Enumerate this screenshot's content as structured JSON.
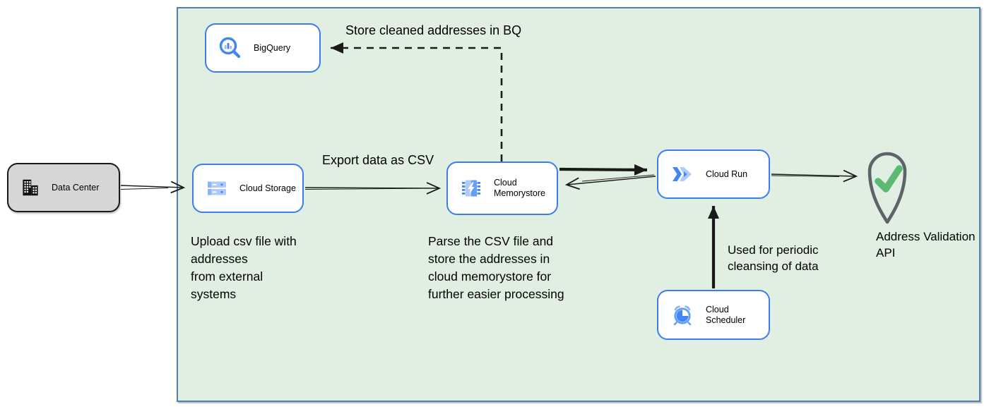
{
  "colors": {
    "boundary_fill": "#e1efe3",
    "boundary_border": "#4f81ac",
    "node_border": "#3b7df0",
    "datacenter_fill": "#d6d6d6",
    "accent_blue": "#4285f4",
    "mid_blue": "#669df6",
    "light_blue": "#aecbfa",
    "check_green": "#5bb974",
    "pin_gray": "#5f6368",
    "arrow_black": "#1a1a1a"
  },
  "nodes": [
    {
      "id": "data-center",
      "label": "Data Center",
      "icon": "building-icon"
    },
    {
      "id": "bigquery",
      "label": "BigQuery",
      "icon": "bigquery-icon"
    },
    {
      "id": "cloud-storage",
      "label": "Cloud Storage",
      "icon": "cloud-storage-icon"
    },
    {
      "id": "cloud-memorystore",
      "label": "Cloud\nMemorystore",
      "icon": "memorystore-icon"
    },
    {
      "id": "cloud-run",
      "label": "Cloud Run",
      "icon": "cloud-run-icon"
    },
    {
      "id": "cloud-scheduler",
      "label": "Cloud Scheduler",
      "icon": "scheduler-icon"
    },
    {
      "id": "address-validation-api",
      "label": "Address Validation\nAPI",
      "icon": "map-pin-check-icon"
    }
  ],
  "edge_labels": {
    "store_bq": "Store cleaned addresses in BQ",
    "export_csv": "Export data as CSV",
    "periodic": "Used for periodic\ncleansing of data"
  },
  "annotations": {
    "upload": "Upload csv file with\naddresses\nfrom external\nsystems",
    "parse": "Parse the CSV file and\nstore the addresses in\ncloud  memorystore for\nfurther easier processing"
  }
}
